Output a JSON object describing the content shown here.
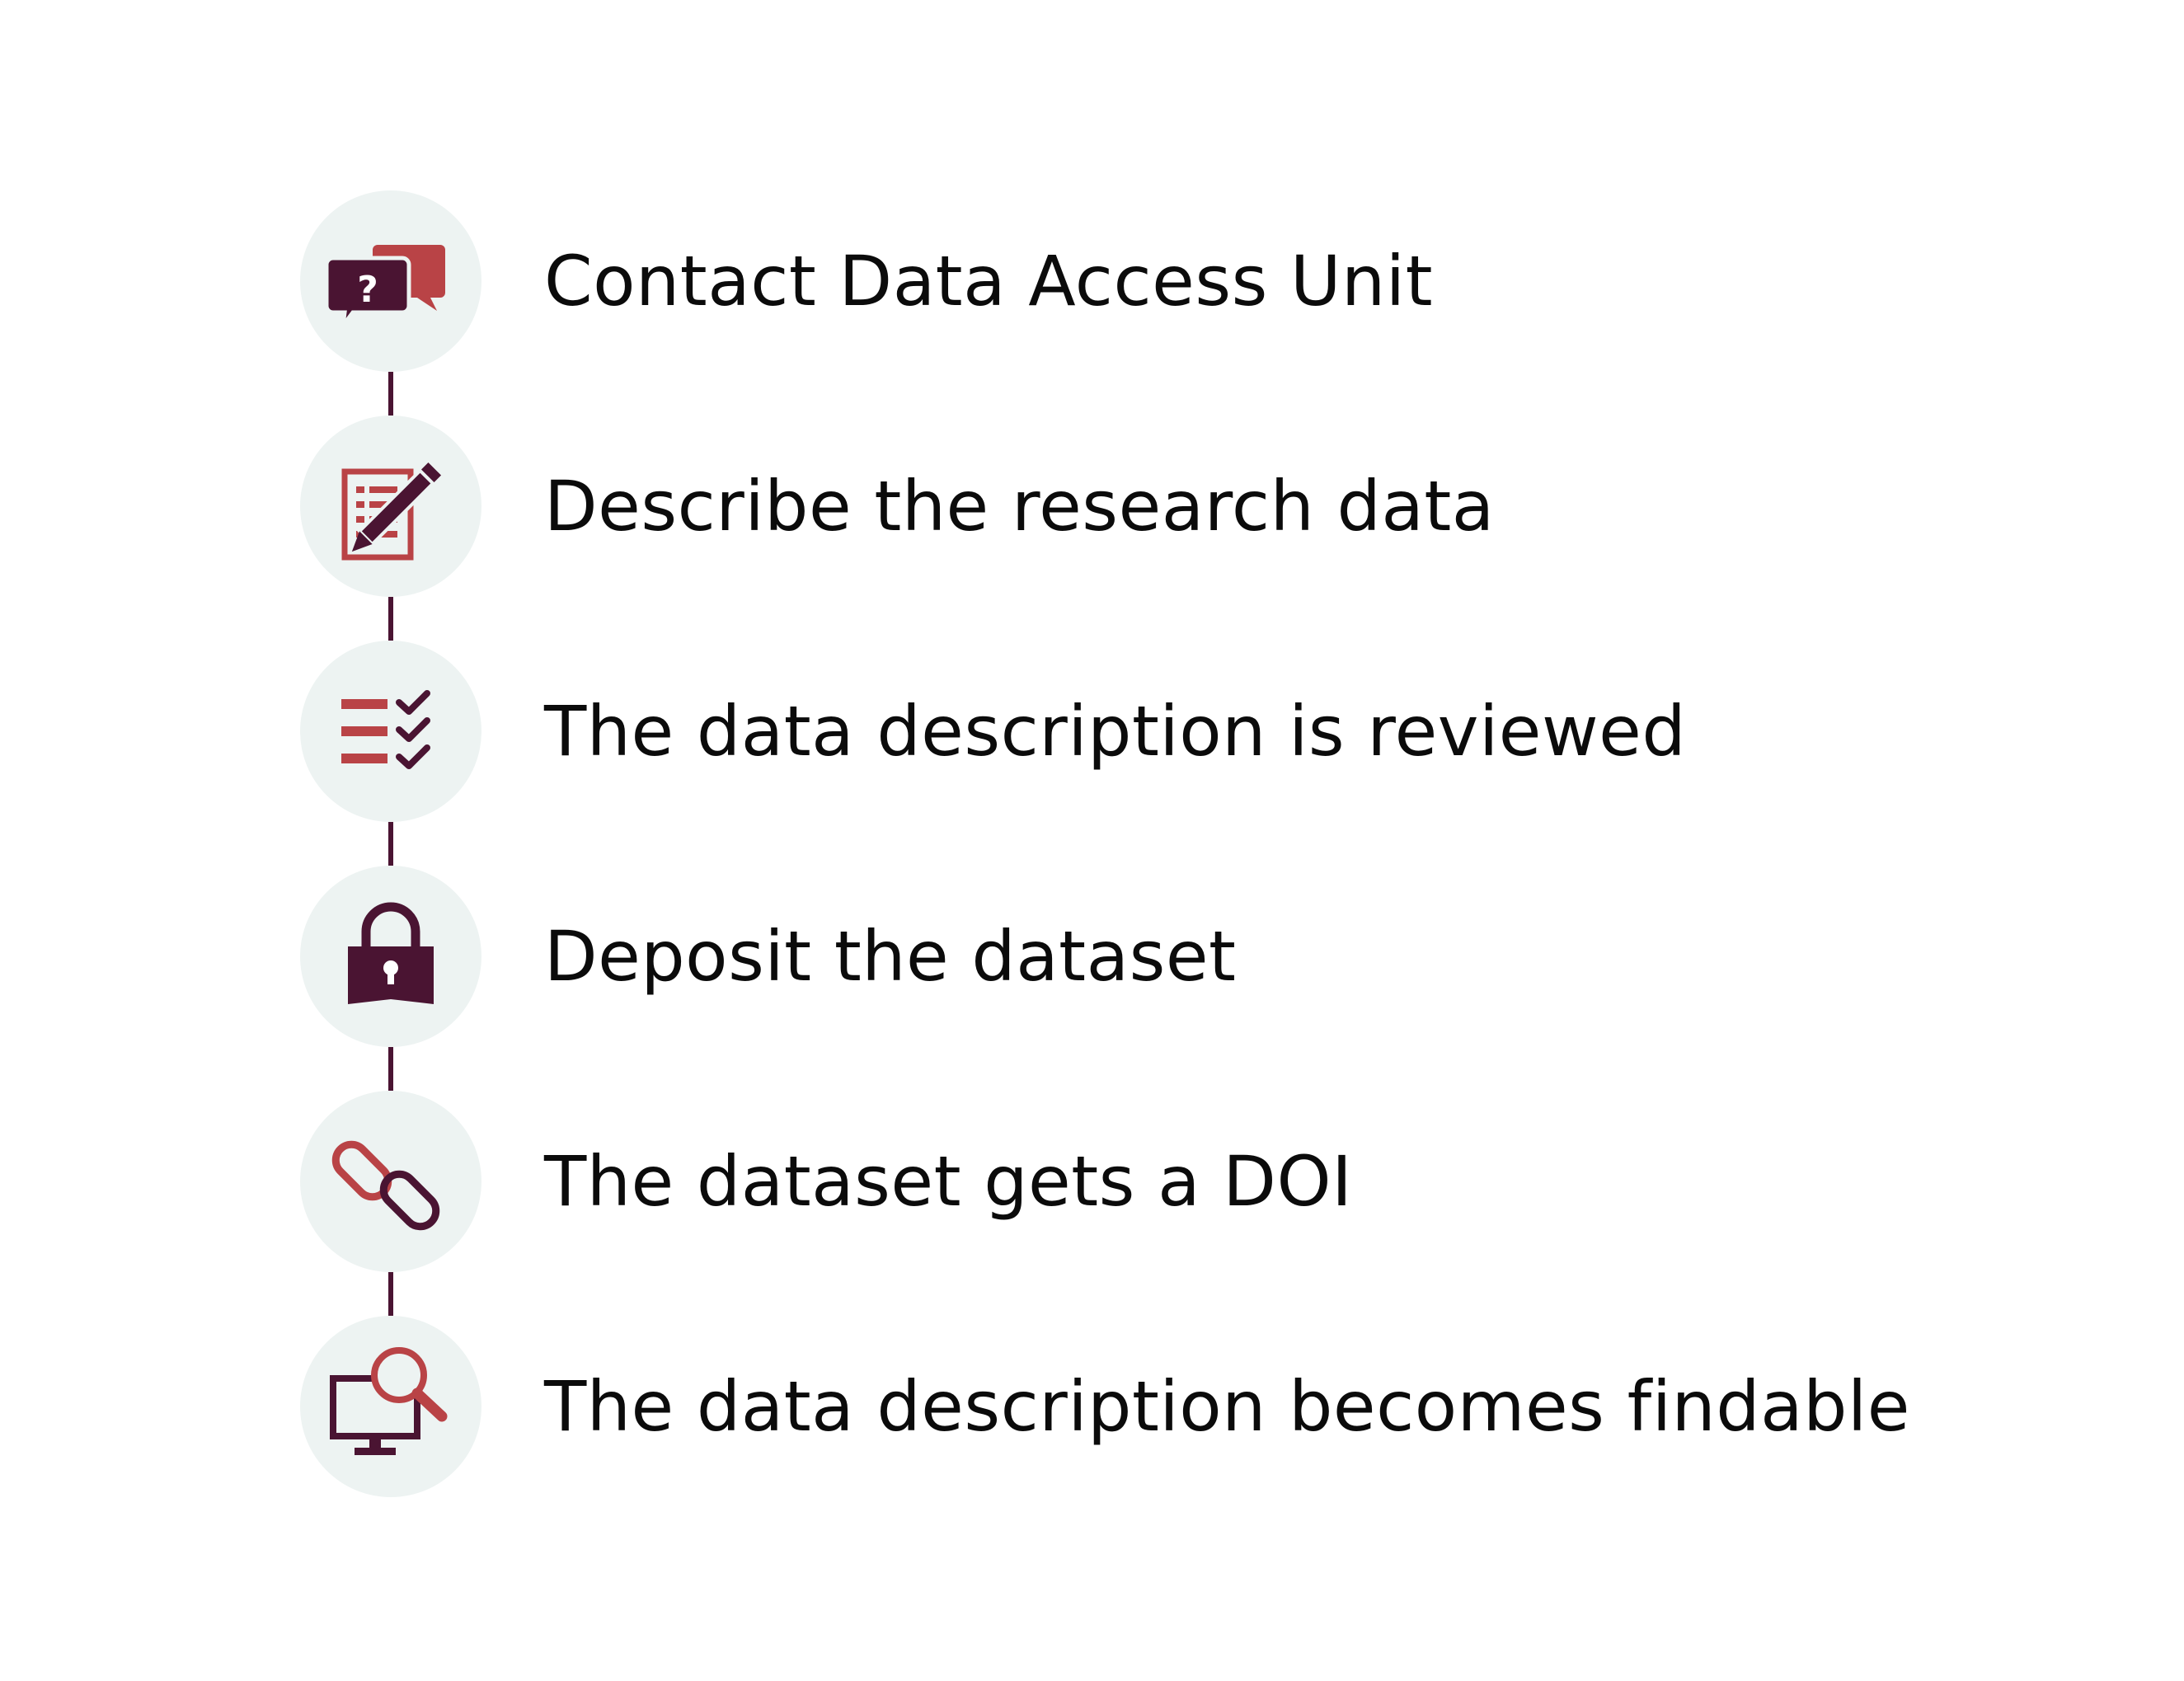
{
  "colors": {
    "dark": "#4a1432",
    "accent": "#b94346",
    "circle_bg": "#edf3f2",
    "text": "#0b0b0b"
  },
  "steps": [
    {
      "label": "Contact Data Access Unit",
      "icon": "chat-question-icon"
    },
    {
      "label": "Describe the research data",
      "icon": "form-pencil-icon"
    },
    {
      "label": "The data description is reviewed",
      "icon": "checklist-icon"
    },
    {
      "label": "Deposit the dataset",
      "icon": "padlock-icon"
    },
    {
      "label": "The dataset gets a DOI",
      "icon": "chain-link-icon"
    },
    {
      "label": "The data description becomes findable",
      "icon": "monitor-search-icon"
    }
  ]
}
